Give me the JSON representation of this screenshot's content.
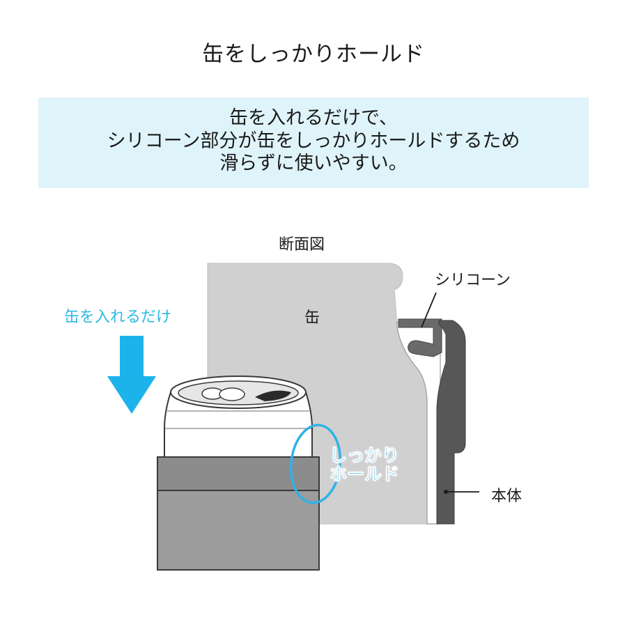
{
  "header": {
    "title": "缶をしっかりホールド"
  },
  "banner": {
    "line1": "缶を入れるだけで、",
    "line2": "シリコーン部分が缶をしっかりホールドするため",
    "line3": "滑らずに使いやすい。"
  },
  "diagram": {
    "title": "断面図",
    "labels": {
      "can": "缶",
      "silicone": "シリコーン",
      "body": "本体",
      "insert": "缶を入れるだけ",
      "hold_line1": "しっかり",
      "hold_line2": "ホールド"
    },
    "colors": {
      "accent": "#2cb8e4",
      "banner_bg": "#dff4fa",
      "can_section": "#d0d0d0",
      "body_dark": "#555555",
      "can_lower": "#9c9c9c"
    }
  }
}
